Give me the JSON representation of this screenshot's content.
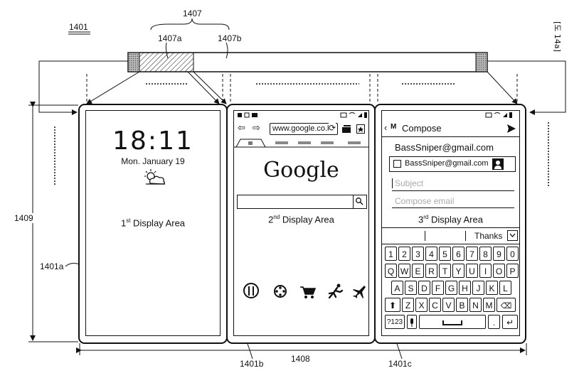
{
  "labels": {
    "figure_ref": "1401",
    "bracket_1407": "1407",
    "bracket_1407a": "1407a",
    "bracket_1407b": "1407b",
    "height_1409": "1409",
    "side_1401a": "1401a",
    "width_1408": "1408",
    "bottom_1401b": "1401b",
    "bottom_1401c": "1401c",
    "page_mark": "[도 14a]"
  },
  "area1": {
    "time": "18:11",
    "date": "Mon. January 19",
    "weather_icon": "partly-cloudy-icon",
    "area_label_pre": "1",
    "area_label_sup": "st",
    "area_label_post": " Display Area"
  },
  "area2": {
    "url": "www.google.co.k",
    "logo": "Google",
    "area_label_pre": "2",
    "area_label_sup": "nd",
    "area_label_post": " Display Area",
    "bottom_icons": [
      "restaurant-icon",
      "film-reel-icon",
      "shopping-cart-icon",
      "running-person-icon",
      "airplane-icon"
    ]
  },
  "area3": {
    "back": "‹",
    "gmail_mark": "M",
    "title": "Compose",
    "from": "BassSniper@gmail.com",
    "to_chip": "BassSniper@gmail.com",
    "subject_placeholder": "Subject",
    "body_placeholder": "Compose email",
    "area_label_pre": "3",
    "area_label_sup": "rd",
    "area_label_post": " Display Area",
    "suggestion": "Thanks",
    "keyboard": {
      "row1": [
        "1",
        "2",
        "3",
        "4",
        "5",
        "6",
        "7",
        "8",
        "9",
        "0"
      ],
      "row2": [
        "Q",
        "W",
        "E",
        "R",
        "T",
        "Y",
        "U",
        "I",
        "O",
        "P"
      ],
      "row3": [
        "A",
        "S",
        "D",
        "F",
        "G",
        "H",
        "J",
        "K",
        "L"
      ],
      "row4": [
        "Z",
        "X",
        "C",
        "V",
        "B",
        "N",
        "M"
      ],
      "sym": "?123",
      "period": "."
    }
  }
}
